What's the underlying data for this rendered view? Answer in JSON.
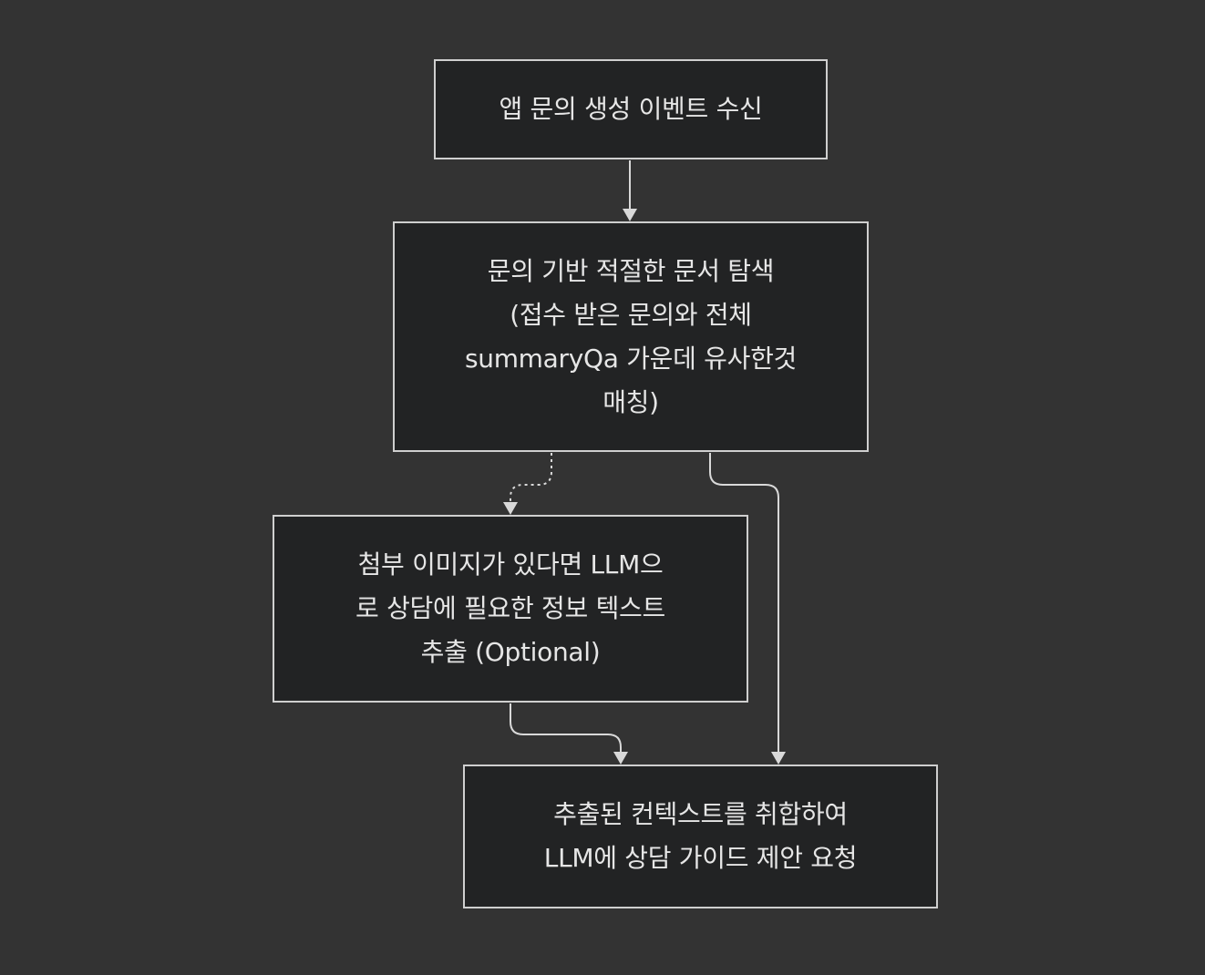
{
  "diagram": {
    "nodes": [
      {
        "id": "node-1",
        "lines": [
          "앱 문의 생성 이벤트 수신"
        ]
      },
      {
        "id": "node-2",
        "lines": [
          "문의 기반 적절한 문서 탐색",
          "(접수 받은 문의와 전체",
          "summaryQa 가운데 유사한것",
          "매칭)"
        ]
      },
      {
        "id": "node-3",
        "lines": [
          "첨부 이미지가 있다면 LLM으",
          "로 상담에 필요한 정보 텍스트",
          "추출 (Optional)"
        ]
      },
      {
        "id": "node-4",
        "lines": [
          "추출된 컨텍스트를 취합하여",
          "LLM에 상담 가이드 제안 요청"
        ]
      }
    ],
    "edges": [
      {
        "from": "node-1",
        "to": "node-2",
        "style": "solid"
      },
      {
        "from": "node-2",
        "to": "node-3",
        "style": "dotted"
      },
      {
        "from": "node-2",
        "to": "node-4",
        "style": "solid"
      },
      {
        "from": "node-3",
        "to": "node-4",
        "style": "solid"
      }
    ],
    "colors": {
      "background": "#333333",
      "node_fill": "#222324",
      "node_border": "#cfcfcf",
      "text": "#e6e6e6",
      "edge": "#d9d9d9"
    }
  }
}
